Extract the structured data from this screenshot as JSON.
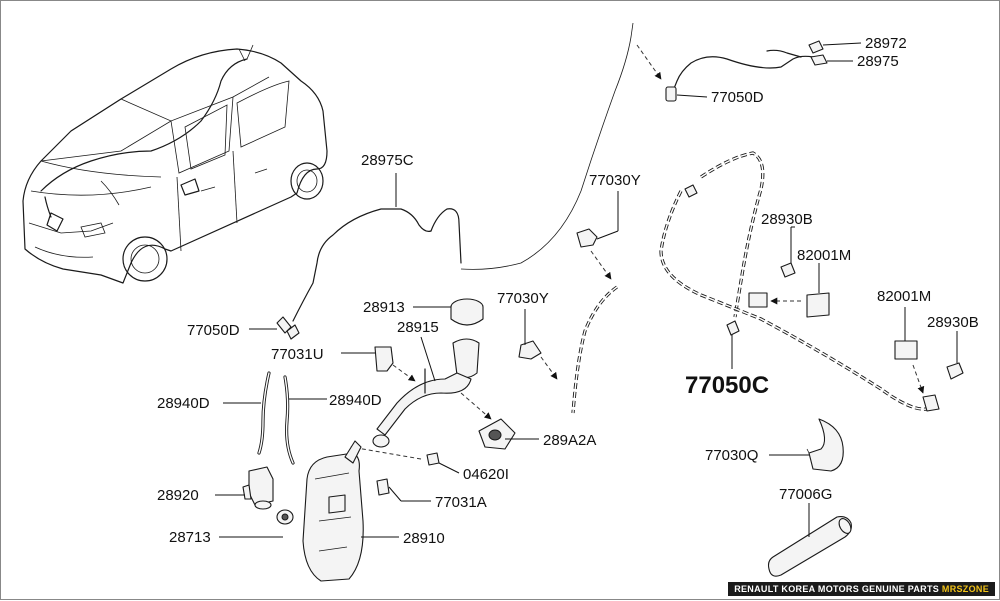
{
  "diagram": {
    "labels": {
      "l28972": "28972",
      "l28975": "28975",
      "l77050D_top": "77050D",
      "l28975C": "28975C",
      "l77030Y_a": "77030Y",
      "l28930B_a": "28930B",
      "l82001M_a": "82001M",
      "l28913": "28913",
      "l28915": "28915",
      "l77030Y_b": "77030Y",
      "l82001M_b": "82001M",
      "l28930B_b": "28930B",
      "l77050D_left": "77050D",
      "l77031U": "77031U",
      "l77050C": "77050C",
      "l28940D_a": "28940D",
      "l28940D_b": "28940D",
      "l289A2A": "289A2A",
      "l04620I": "04620I",
      "l77030Q": "77030Q",
      "l28920": "28920",
      "l77031A": "77031A",
      "l77006G": "77006G",
      "l28713": "28713",
      "l28910": "28910"
    }
  },
  "footer": {
    "text": "RENAULT KOREA MOTORS GENUINE PARTS",
    "brand": "MRSZONE",
    "bg_color": "#1b1b1b",
    "brand_color": "#f2c318"
  }
}
